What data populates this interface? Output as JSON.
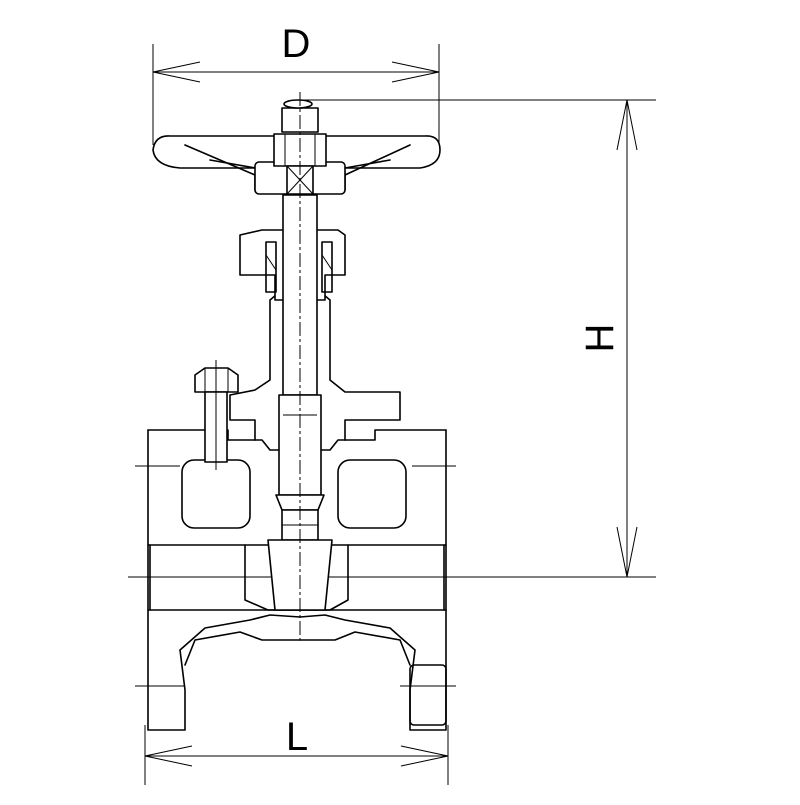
{
  "diagram": {
    "dimensions": {
      "diameter_label": "D",
      "height_label": "H",
      "length_label": "L"
    },
    "line_color": "#000000",
    "background_color": "#ffffff"
  }
}
